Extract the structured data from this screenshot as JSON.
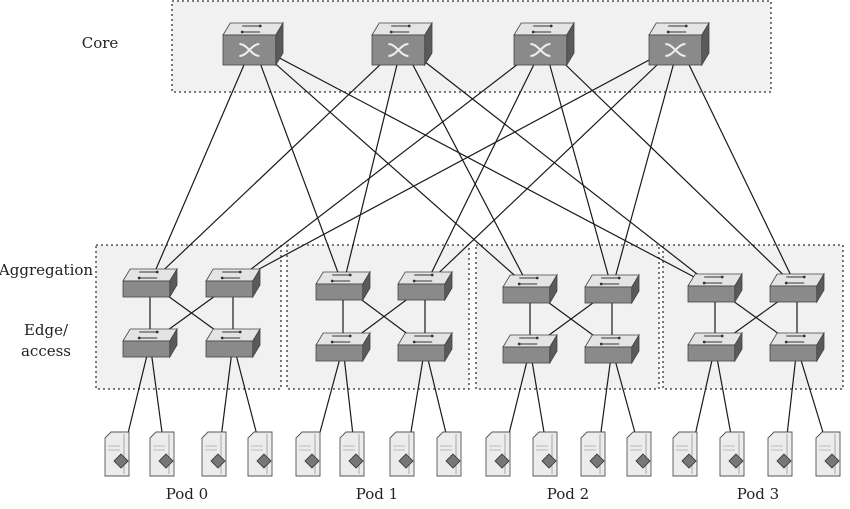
{
  "layers": {
    "core": "Core",
    "aggregation": "Aggregation",
    "edge_line1": "Edge/",
    "edge_line2": "access"
  },
  "pods": [
    {
      "label": "Pod 0"
    },
    {
      "label": "Pod 1"
    },
    {
      "label": "Pod 2"
    },
    {
      "label": "Pod 3"
    }
  ],
  "topology": {
    "core_switches": 4,
    "pods": 4,
    "aggregation_per_pod": 2,
    "edge_per_pod": 2,
    "servers_per_edge": 2
  },
  "colors": {
    "box_border": "#333333",
    "box_fill": "#f1f1f1",
    "link": "#1a1a1a",
    "switch_top": "#e4e4e4",
    "switch_front": "#8a8a8a",
    "switch_side": "#5a5a5a",
    "server_body": "#ececec"
  },
  "icons": {
    "core": "core-switch-icon",
    "aggregation": "aggregation-switch-icon",
    "edge": "edge-switch-icon",
    "server": "server-icon"
  }
}
